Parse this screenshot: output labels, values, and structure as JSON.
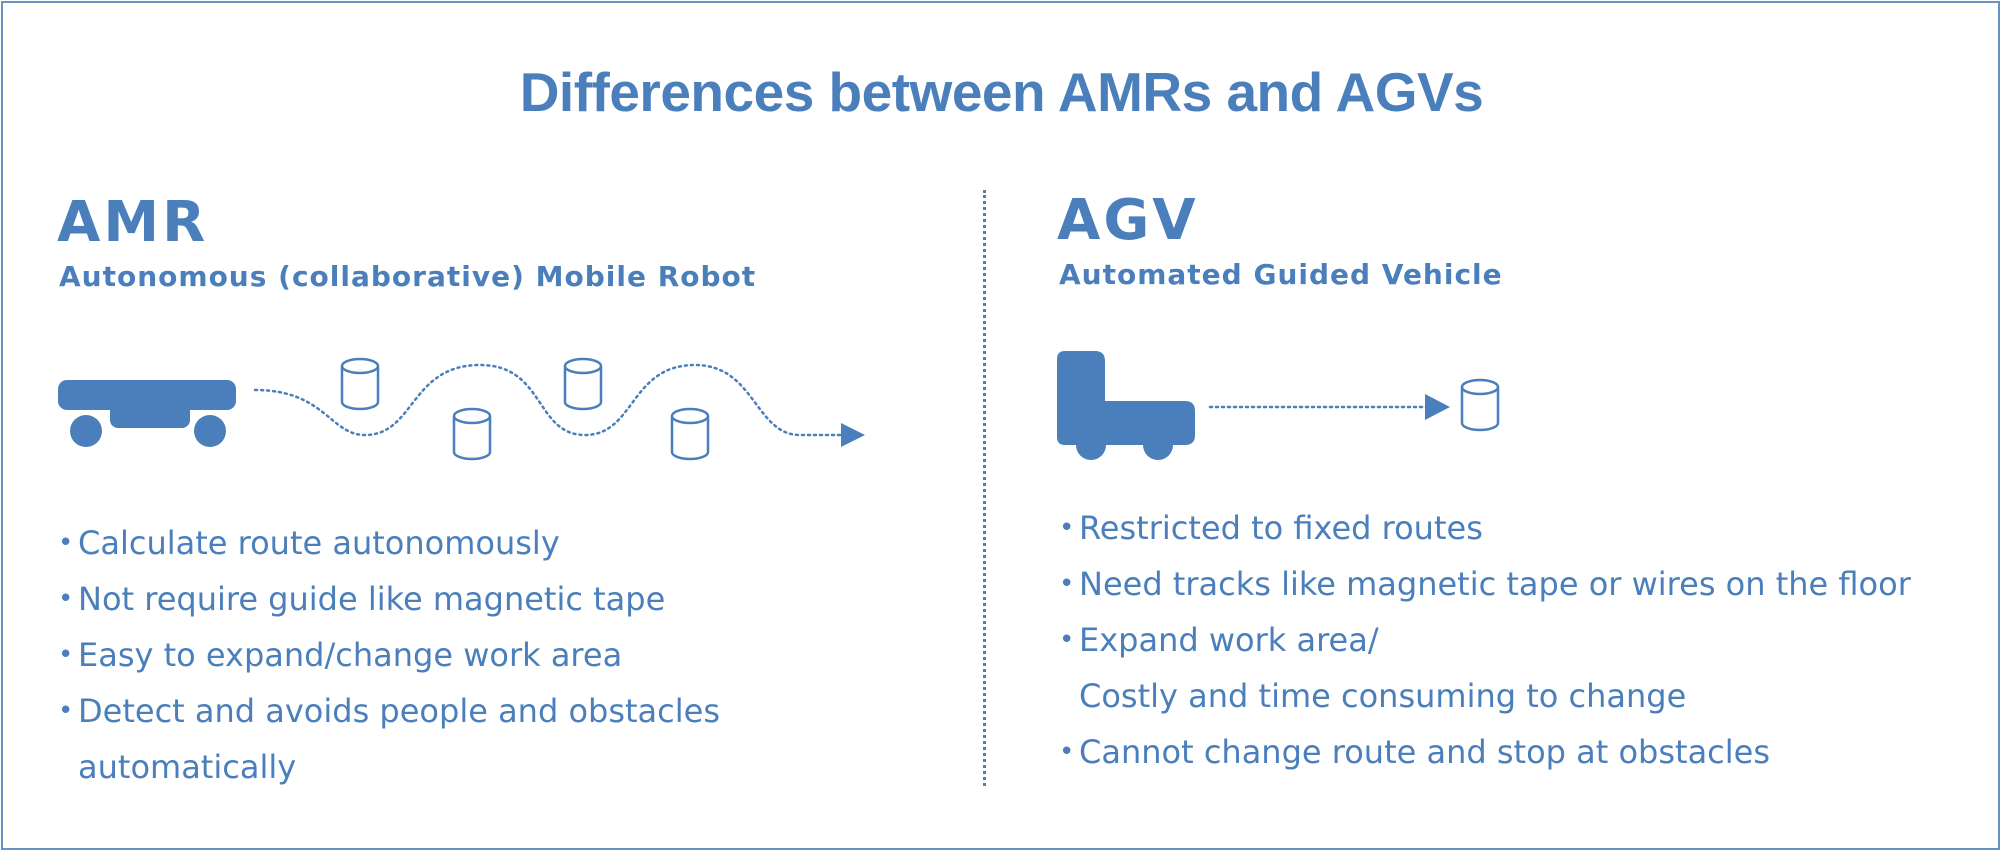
{
  "title": "Differences between AMRs and AGVs",
  "colors": {
    "accent": "#4a7fbb",
    "border": "#6a93c3",
    "background": "#ffffff"
  },
  "amr": {
    "heading": "AMR",
    "subheading": "Autonomous (collaborative) Mobile Robot",
    "bullets": [
      {
        "lines": [
          "Calculate route autonomously"
        ]
      },
      {
        "lines": [
          "Not require guide like magnetic tape"
        ]
      },
      {
        "lines": [
          "Easy to expand/change work area"
        ]
      },
      {
        "lines": [
          "Detect and avoids people and obstacles",
          "automatically"
        ]
      }
    ]
  },
  "agv": {
    "heading": "AGV",
    "subheading": "Automated Guided Vehicle",
    "bullets": [
      {
        "lines": [
          "Restricted to fixed routes"
        ]
      },
      {
        "lines": [
          "Need tracks like magnetic tape or wires on the floor"
        ]
      },
      {
        "lines": [
          "Expand work area/",
          "Costly and time consuming to change"
        ]
      },
      {
        "lines": [
          "Cannot change route and stop at obstacles"
        ]
      }
    ]
  },
  "icons": {
    "amr_vehicle": "amr-robot-icon",
    "agv_vehicle": "agv-truck-icon",
    "obstacle": "cylinder-obstacle-icon",
    "path_arrow": "arrow-right-icon"
  }
}
